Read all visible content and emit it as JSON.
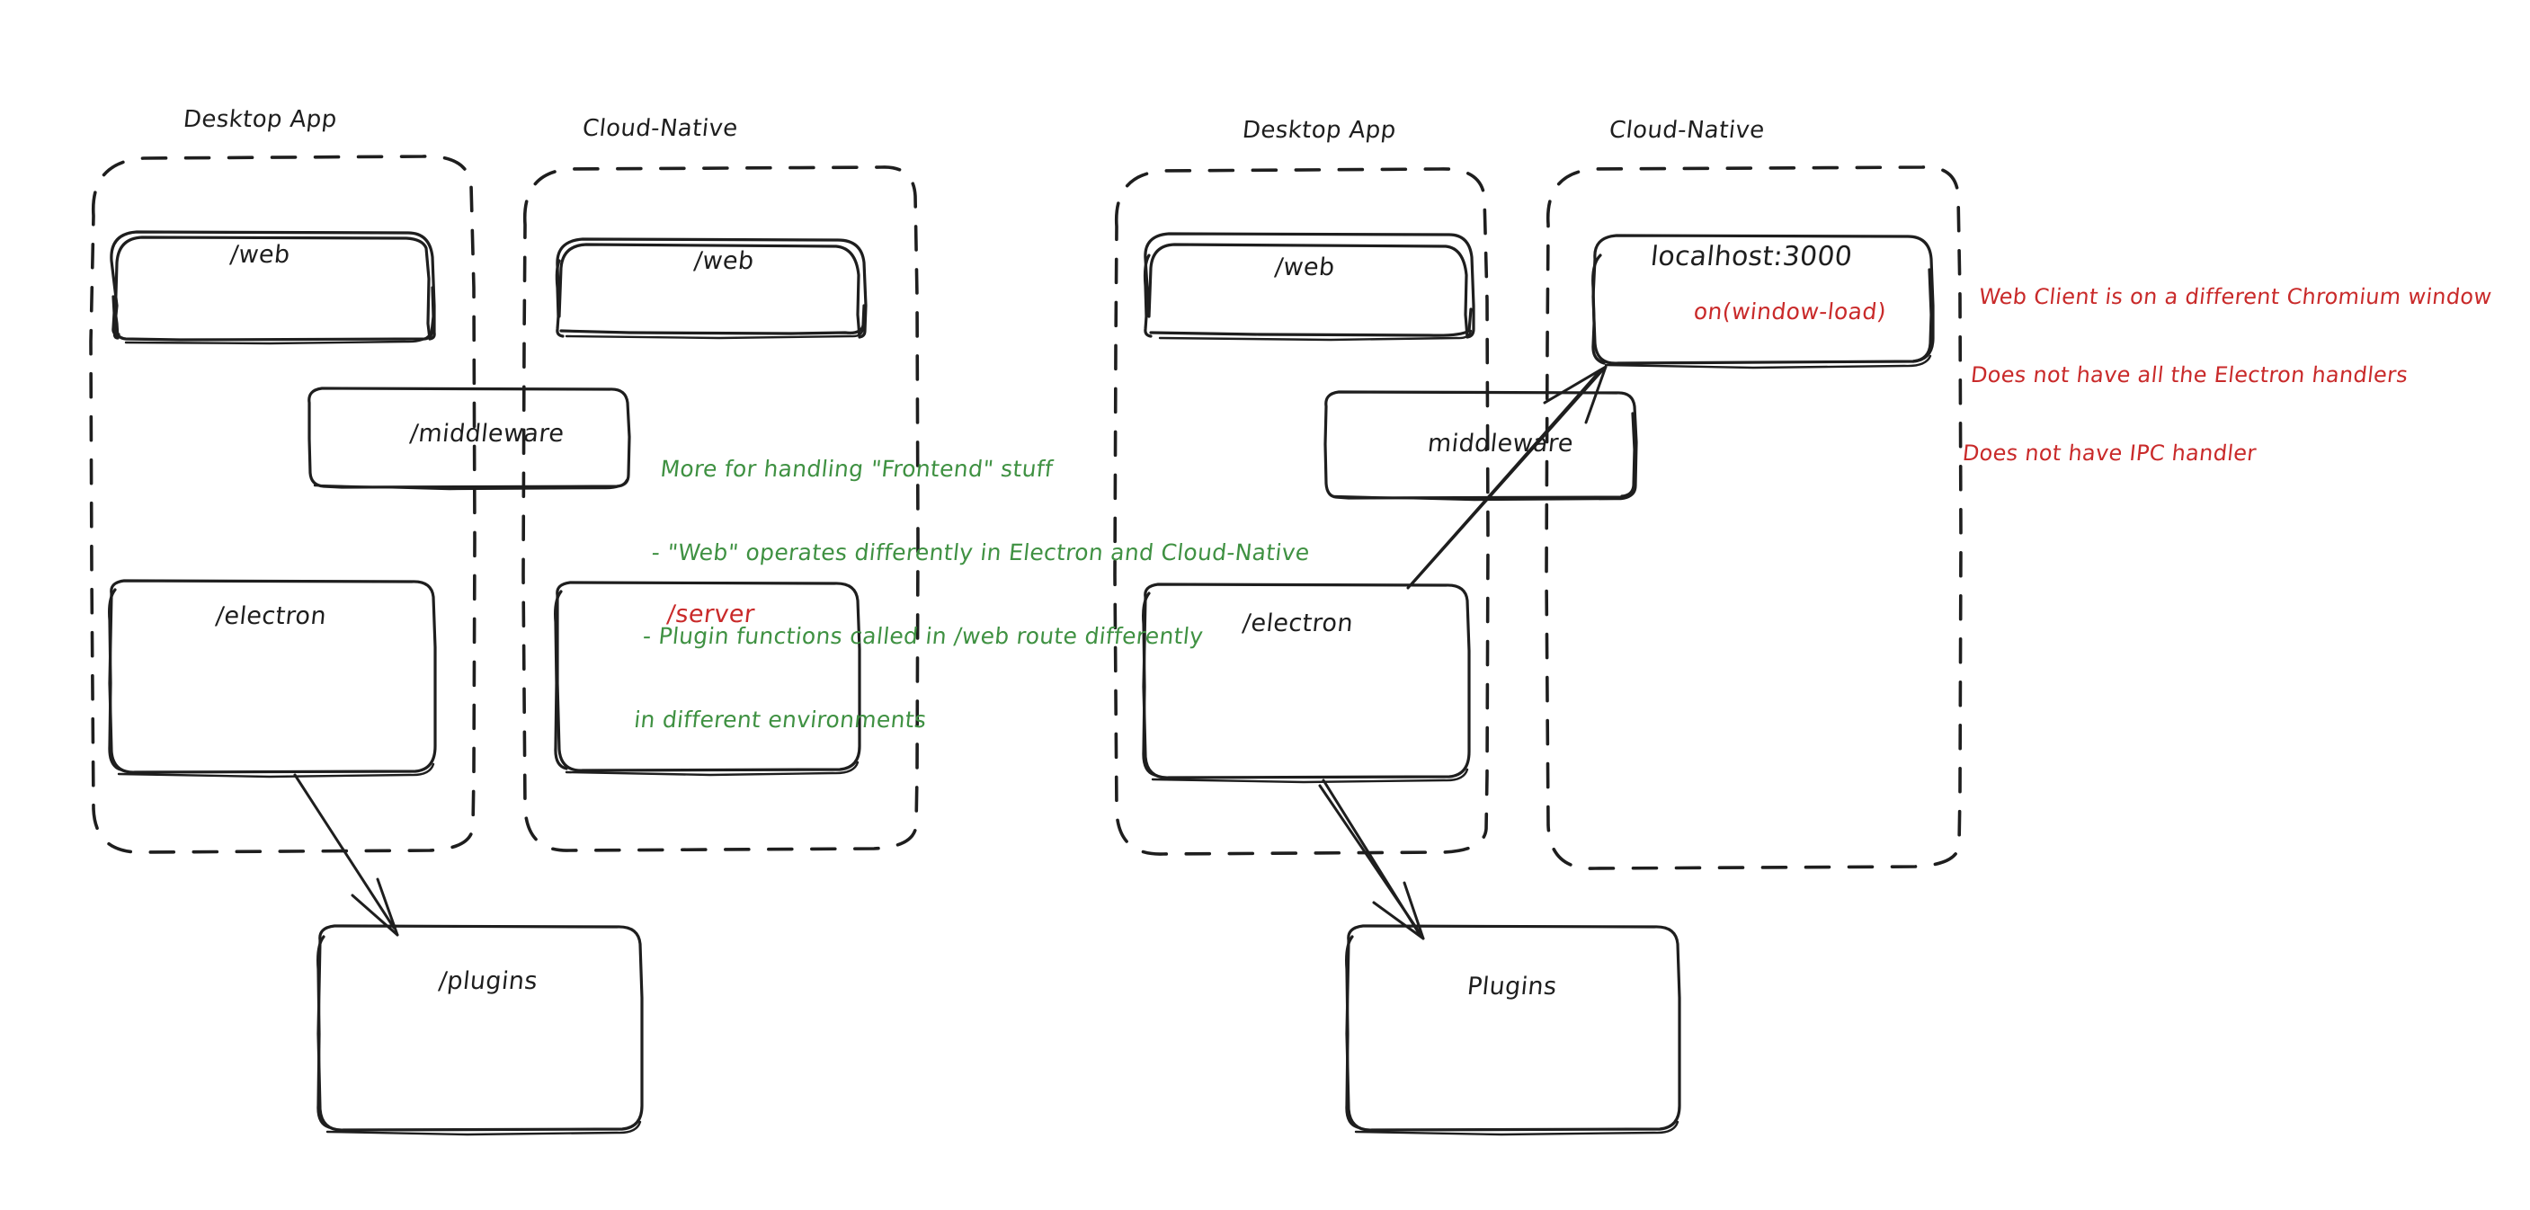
{
  "diagram": {
    "title": "Electron vs Cloud-Native architecture sketch",
    "style": "hand-drawn / excalidraw",
    "colors": {
      "stroke": "#1e1e1e",
      "green": "#3f9142",
      "red": "#c92a2a",
      "background": "#ffffff"
    }
  },
  "left_group": {
    "desktop_app": {
      "label": "Desktop App",
      "boxes": [
        {
          "label": "/web"
        },
        {
          "label": "/electron"
        }
      ]
    },
    "cloud_native": {
      "label": "Cloud-Native",
      "boxes": [
        {
          "label": "/web"
        },
        {
          "label": "/server",
          "color": "red"
        }
      ]
    },
    "shared": {
      "middleware": {
        "label": "/middleware"
      },
      "plugins": {
        "label": "/plugins"
      }
    }
  },
  "right_group": {
    "desktop_app": {
      "label": "Desktop App",
      "boxes": [
        {
          "label": "/web"
        },
        {
          "label": "/electron"
        }
      ]
    },
    "cloud_native": {
      "label": "Cloud-Native",
      "boxes": [
        {
          "label": "localhost:3000",
          "sublabel": "on(window-load)",
          "sublabel_color": "red"
        }
      ]
    },
    "shared": {
      "middleware": {
        "label": "middleware"
      },
      "plugins": {
        "label": "Plugins"
      }
    }
  },
  "annotations": {
    "green_note": {
      "color": "#3f9142",
      "lines": [
        "More for handling \"Frontend\" stuff",
        "- \"Web\" operates differently in Electron and Cloud-Native",
        "- Plugin functions called in /web route differently",
        "in different environments"
      ]
    },
    "red_note": {
      "color": "#c92a2a",
      "lines": [
        "Web Client is on a different Chromium window",
        "Does not have all the Electron handlers",
        "Does not have IPC handler"
      ]
    }
  }
}
